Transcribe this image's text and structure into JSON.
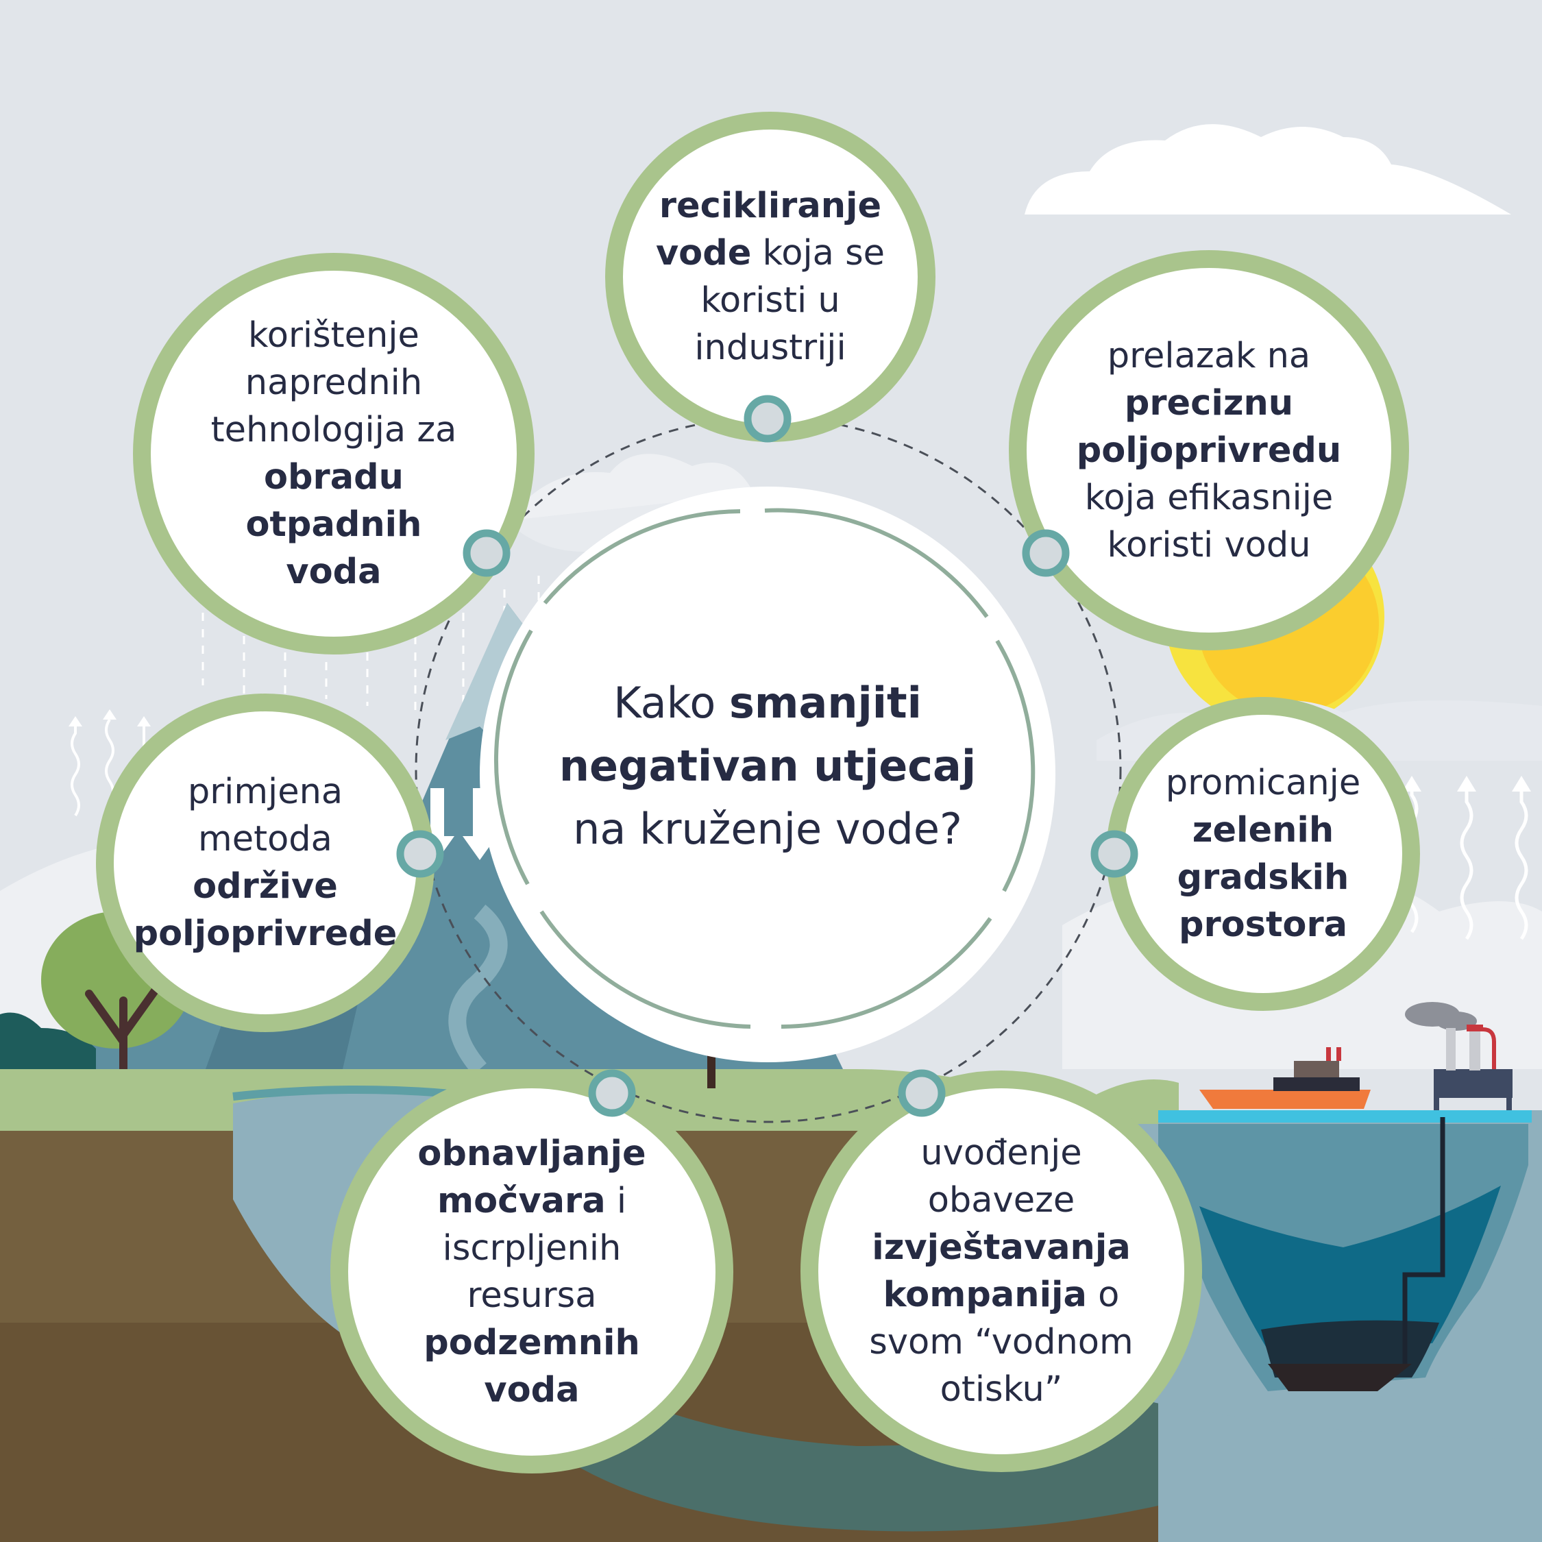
{
  "center": {
    "line1_a": "Kako ",
    "line1_b": "smanjiti",
    "line2": "negativan utjecaj",
    "line3": "na kruženje vode?"
  },
  "bubbles": {
    "industry": {
      "b1": "recikliranje",
      "b2": "vode",
      "t1": " koja se",
      "t2": "koristi u",
      "t3": "industriji"
    },
    "wastewater": {
      "t1": "korištenje",
      "t2": "naprednih",
      "t3": "tehnologija za",
      "b1": "obradu",
      "b2": "otpadnih",
      "b3": "voda"
    },
    "precision": {
      "t1": "prelazak na",
      "b1": "preciznu",
      "b2": "poljoprivredu",
      "t2": "koja efikasnije",
      "t3": "koristi vodu"
    },
    "sustainable": {
      "t1": "primjena",
      "t2": "metoda",
      "b1": "održive",
      "b2": "poljoprivrede"
    },
    "green": {
      "t1": "promicanje",
      "b1": "zelenih",
      "b2": "gradskih",
      "b3": "prostora"
    },
    "wetlands": {
      "b1": "obnavljanje",
      "b2": "močvara",
      "t1": " i",
      "t2": "iscrpljenih",
      "t3": "resursa",
      "b3": "podzemnih",
      "b4": "voda"
    },
    "reporting": {
      "t1": "uvođenje",
      "t2": "obaveze",
      "b1": "izvještavanja",
      "b2": "kompanija",
      "t3": " o",
      "t4": "svom “vodnom",
      "t5": "otisku”"
    }
  },
  "colors": {
    "sky": "#e1e5ea",
    "bubble_ring": "#a9c48c",
    "connector": "#66a8a5",
    "text": "#262b43",
    "mountain": "#5e8fa0",
    "soil": "#6b573a",
    "water": "#8fb0bd",
    "grass": "#a9c48c",
    "sun": "#f9d53a"
  }
}
